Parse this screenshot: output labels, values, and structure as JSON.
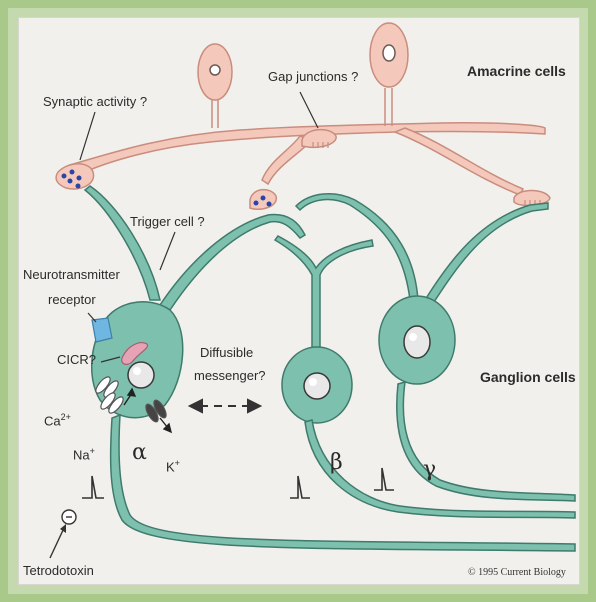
{
  "labels": {
    "synaptic_activity": "Synaptic activity ?",
    "gap_junctions": "Gap junctions ?",
    "amacrine_cells": "Amacrine cells",
    "trigger_cell": "Trigger cell ?",
    "neurotransmitter": "Neurotransmitter",
    "receptor": "receptor",
    "cicr": "CICR?",
    "diffusible": "Diffusible",
    "messenger": "messenger?",
    "ganglion_cells": "Ganglion cells",
    "ca": "Ca",
    "ca_sup": "2+",
    "na": "Na",
    "na_sup": "+",
    "k": "K",
    "k_sup": "+",
    "alpha": "α",
    "beta": "β",
    "gamma": "γ",
    "tetrodotoxin": "Tetrodotoxin",
    "copyright": "© 1995 Current Biology"
  },
  "colors": {
    "amacrine_fill": "#f4c9bb",
    "amacrine_stroke": "#c98d7e",
    "ganglion_fill": "#7cc0ad",
    "ganglion_stroke": "#3f7a6d",
    "vesicle": "#2746a8",
    "receptor": "#6fb7e0",
    "cicr": "#e6a3b5"
  }
}
